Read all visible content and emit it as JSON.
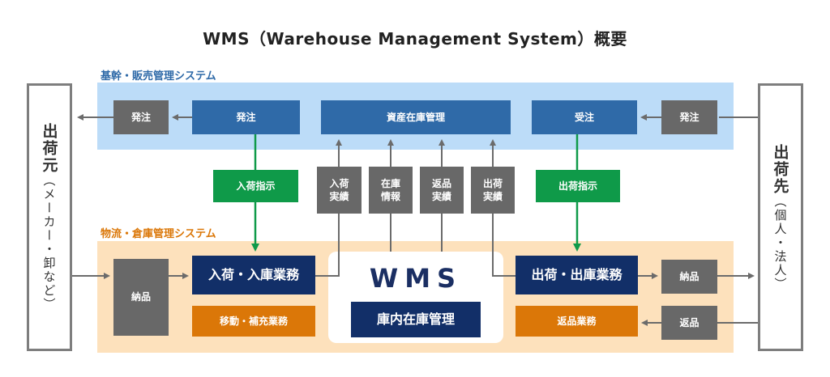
{
  "title": "WMS（Warehouse Management System）概要",
  "core_system": {
    "label": "基幹・販売管理システム",
    "boxes": {
      "order_to_maker": "発注",
      "order": "発注",
      "asset": "資産在庫管理",
      "received_order": "受注",
      "order_from_customer": "発注"
    }
  },
  "logistics_system": {
    "label": "物流・倉庫管理システム",
    "boxes": {
      "delivery_in": "納品",
      "inbound_ops": "入荷・入庫業務",
      "move_replenish": "移動・補充業務",
      "outbound_ops": "出荷・出庫業務",
      "return_ops": "返品業務",
      "delivery_out": "納品",
      "returns": "返品"
    }
  },
  "instructions": {
    "inbound": "入荷指示",
    "outbound": "出荷指示"
  },
  "reports": {
    "inbound_results": "入荷\n実績",
    "stock_info": "在庫\n情報",
    "return_results": "返品\n実績",
    "outbound_results": "出荷\n実績"
  },
  "wms": {
    "logo": "WMS",
    "subtitle": "庫内在庫管理"
  },
  "left_party": {
    "main": "出荷元",
    "sub": "（メーカー・卸など）"
  },
  "right_party": {
    "main": "出荷先",
    "sub": "（個人・法人）"
  },
  "colors": {
    "gray": "#686868",
    "blue": "#2f6aa8",
    "green": "#0f9a49",
    "navy": "#122f68",
    "orange": "#db7708",
    "core_band": "#bcdcf8",
    "logistics_band": "#fde1bc",
    "core_label": "#2f6aa8",
    "logistics_label": "#db7708"
  }
}
